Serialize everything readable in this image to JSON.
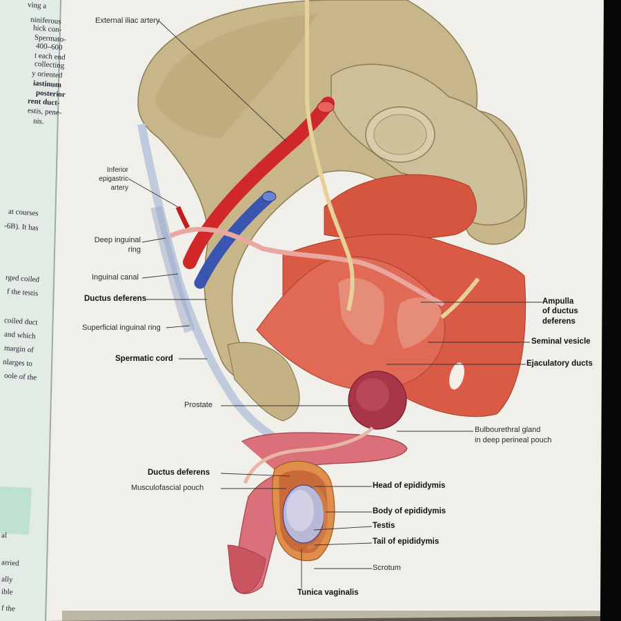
{
  "left_page_fragments": [
    {
      "text": "ving a"
    },
    {
      "text": "niniferous"
    },
    {
      "text": "hick con-"
    },
    {
      "text": "Spermato-"
    },
    {
      "text": "400–600"
    },
    {
      "text": "t each end"
    },
    {
      "text": "collecting"
    },
    {
      "text": "y oriented"
    },
    {
      "text": "iastinum"
    },
    {
      "text": "posterior"
    },
    {
      "text": "rent duct-"
    },
    {
      "text": "estis, pene-"
    },
    {
      "text": "nis."
    },
    {
      "text": "at courses"
    },
    {
      "text": "-6B). It has"
    },
    {
      "text": "rged coiled"
    },
    {
      "text": "f the testis"
    },
    {
      "text": "coiled duct"
    },
    {
      "text": "and which"
    },
    {
      "text": "margin of"
    },
    {
      "text": "nlarges to"
    },
    {
      "text": "oole of the"
    },
    {
      "text": "al"
    },
    {
      "text": "arried"
    },
    {
      "text": "ally"
    },
    {
      "text": "ible"
    },
    {
      "text": "f the"
    }
  ],
  "labels": {
    "external_iliac_artery": "External iliac artery",
    "inferior_epigastric_artery_1": "Inferior",
    "inferior_epigastric_artery_2": "epigastric",
    "inferior_epigastric_artery_3": "artery",
    "deep_inguinal_ring_1": "Deep inguinal",
    "deep_inguinal_ring_2": "ring",
    "inguinal_canal": "Inguinal canal",
    "ductus_deferens_upper": "Ductus deferens",
    "superficial_inguinal_ring": "Superficial inguinal ring",
    "spermatic_cord": "Spermatic cord",
    "prostate": "Prostate",
    "ductus_deferens_lower": "Ductus deferens",
    "musculofascial_pouch": "Musculofascial pouch",
    "ampulla_1": "Ampulla",
    "ampulla_2": "of ductus",
    "ampulla_3": "deferens",
    "seminal_vesicle": "Seminal vesicle",
    "ejaculatory_ducts": "Ejaculatory ducts",
    "bulbourethral_1": "Bulbourethral gland",
    "bulbourethral_2": "in deep perineal pouch",
    "head_of_epididymis": "Head of epididymis",
    "body_of_epididymis": "Body of epididymis",
    "testis": "Testis",
    "tail_of_epididymis": "Tail of epididymis",
    "scrotum": "Scrotum",
    "tunica_vaginalis": "Tunica vaginalis"
  },
  "colors": {
    "page": "#f2f0ea",
    "bone": "#c9b98f",
    "muscle": "#d85a45",
    "artery": "#d22a2a",
    "vein": "#3a55b0",
    "duct": "#e8d4a8",
    "left_page": "#dfe9e0"
  }
}
